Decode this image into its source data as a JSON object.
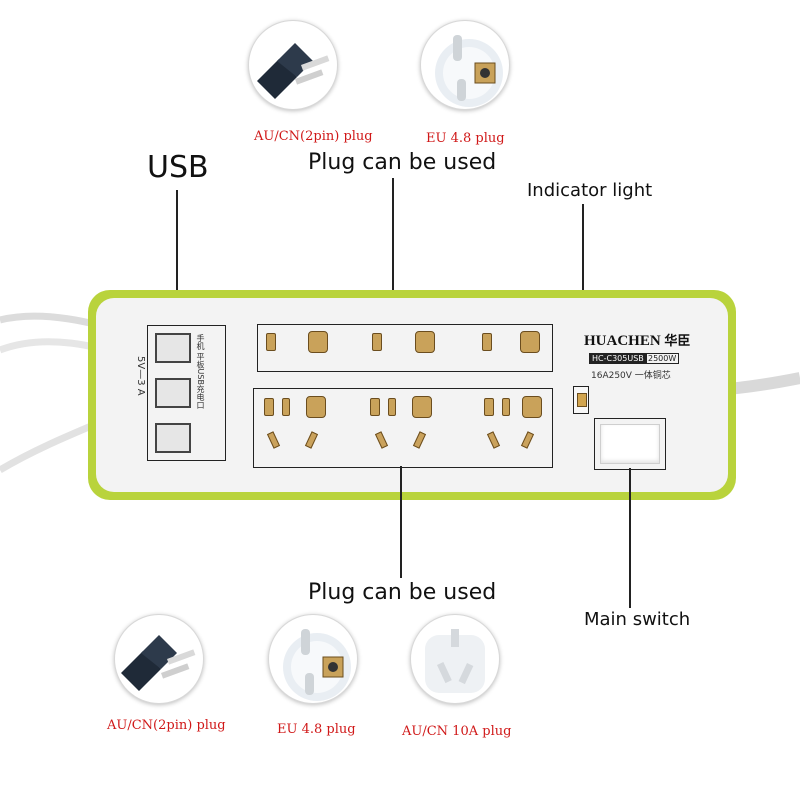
{
  "top": {
    "usb_label": "USB",
    "plug_heading": "Plug can be used",
    "indicator_label": "Indicator light",
    "plug1_caption": "AU/CN(2pin) plug",
    "plug1_icon": "au-cn-2pin-plug-icon",
    "plug2_caption": "EU 4.8 plug",
    "plug2_icon": "eu-4.8-plug-icon"
  },
  "strip": {
    "brand": "HUACHEN",
    "brand_cn": "华臣",
    "model": "HC-C305USB",
    "power": "2500W",
    "rating": "16A250V  一体铜芯",
    "usb_text_cn": "手机 平板USB充电口",
    "usb_spec": "5V—3  A",
    "body_color": "#f3f3f3",
    "rim_color": "#b9d33c"
  },
  "bottom": {
    "plug_heading": "Plug can be used",
    "switch_label": "Main switch",
    "plug1_caption": "AU/CN(2pin) plug",
    "plug1_icon": "au-cn-2pin-plug-icon",
    "plug2_caption": "EU 4.8 plug",
    "plug2_icon": "eu-4.8-plug-icon",
    "plug3_caption": "AU/CN 10A plug",
    "plug3_icon": "au-cn-10a-plug-icon"
  }
}
